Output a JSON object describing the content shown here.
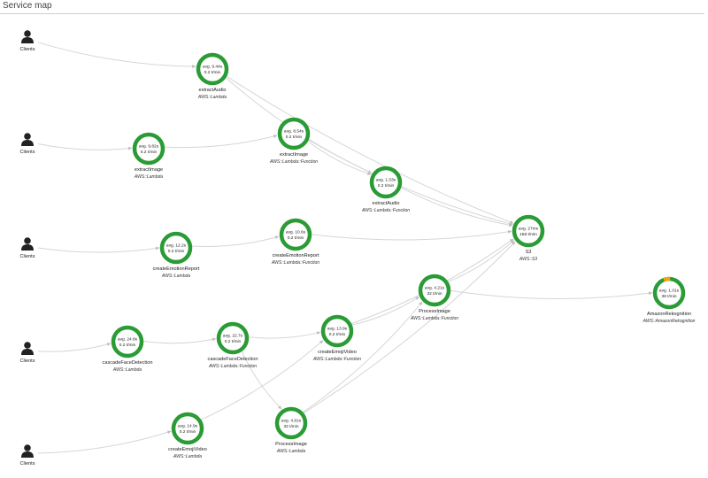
{
  "panel": {
    "title": "Service map"
  },
  "colors": {
    "ok": "#2a9b35",
    "warn": "#f0a30a",
    "edge": "#d6d6d6",
    "icon": "#222222"
  },
  "clients": [
    {
      "id": "c1",
      "label": "Clients"
    },
    {
      "id": "c2",
      "label": "Clients"
    },
    {
      "id": "c3",
      "label": "Clients"
    },
    {
      "id": "c4",
      "label": "Clients"
    },
    {
      "id": "c5",
      "label": "Clients"
    }
  ],
  "nodes": [
    {
      "id": "n1",
      "name": "extractAudio",
      "type": "AWS::Lambda",
      "avg": "avg. 9.44s",
      "rate": "0.2 t/min",
      "warn_fraction": 0
    },
    {
      "id": "n2",
      "name": "extractImage",
      "type": "AWS::Lambda",
      "avg": "avg. 9.82s",
      "rate": "0.2 t/min",
      "warn_fraction": 0
    },
    {
      "id": "n3",
      "name": "extractImage",
      "type": "AWS::Lambda::Function",
      "avg": "avg. 8.54s",
      "rate": "0.2 t/min",
      "warn_fraction": 0
    },
    {
      "id": "n4",
      "name": "extractAudio",
      "type": "AWS::Lambda::Function",
      "avg": "avg. 1.53s",
      "rate": "0.2 t/min",
      "warn_fraction": 0
    },
    {
      "id": "n5",
      "name": "createEmotionReport",
      "type": "AWS::Lambda",
      "avg": "avg. 12.2s",
      "rate": "0.2 t/min",
      "warn_fraction": 0
    },
    {
      "id": "n6",
      "name": "createEmotionReport",
      "type": "AWS::Lambda::Function",
      "avg": "avg. 10.6s",
      "rate": "0.2 t/min",
      "warn_fraction": 0
    },
    {
      "id": "n7",
      "name": "S3",
      "type": "AWS::S3",
      "avg": "avg. 27ms",
      "rate": "158 t/min",
      "warn_fraction": 0
    },
    {
      "id": "n8",
      "name": "ProcessImage",
      "type": "AWS::Lambda::Function",
      "avg": "avg. 4.21s",
      "rate": "32 t/min",
      "warn_fraction": 0
    },
    {
      "id": "n9",
      "name": "AmazonRekognition",
      "type": "AWS::AmazonRekognition",
      "avg": "avg. 1.01s",
      "rate": "38 t/min",
      "warn_fraction": 0.12
    },
    {
      "id": "n10",
      "name": "cascadeFaceDetection",
      "type": "AWS::Lambda",
      "avg": "avg. 24.8s",
      "rate": "0.2 t/min",
      "warn_fraction": 0
    },
    {
      "id": "n11",
      "name": "cascadeFaceDetection",
      "type": "AWS::Lambda::Function",
      "avg": "avg. 22.7s",
      "rate": "0.2 t/min",
      "warn_fraction": 0
    },
    {
      "id": "n12",
      "name": "createEmojiVideo",
      "type": "AWS::Lambda::Function",
      "avg": "avg. 13.9s",
      "rate": "0.2 t/min",
      "warn_fraction": 0
    },
    {
      "id": "n13",
      "name": "createEmojiVideo",
      "type": "AWS::Lambda",
      "avg": "avg. 14.9s",
      "rate": "0.2 t/min",
      "warn_fraction": 0
    },
    {
      "id": "n14",
      "name": "ProcessImage",
      "type": "AWS::Lambda",
      "avg": "avg. 4.91s",
      "rate": "32 t/min",
      "warn_fraction": 0
    }
  ],
  "edges": [
    [
      "c1",
      "n1"
    ],
    [
      "n1",
      "n4"
    ],
    [
      "n1",
      "n7"
    ],
    [
      "c2",
      "n2"
    ],
    [
      "n2",
      "n3"
    ],
    [
      "n3",
      "n4"
    ],
    [
      "n3",
      "n7"
    ],
    [
      "n4",
      "n7"
    ],
    [
      "c3",
      "n5"
    ],
    [
      "n5",
      "n6"
    ],
    [
      "n6",
      "n7"
    ],
    [
      "c4",
      "n10"
    ],
    [
      "n10",
      "n11"
    ],
    [
      "n11",
      "n12"
    ],
    [
      "n11",
      "n14"
    ],
    [
      "c5",
      "n13"
    ],
    [
      "n13",
      "n12"
    ],
    [
      "n12",
      "n8"
    ],
    [
      "n12",
      "n7"
    ],
    [
      "n14",
      "n8"
    ],
    [
      "n14",
      "n7"
    ],
    [
      "n8",
      "n7"
    ],
    [
      "n8",
      "n9"
    ]
  ]
}
